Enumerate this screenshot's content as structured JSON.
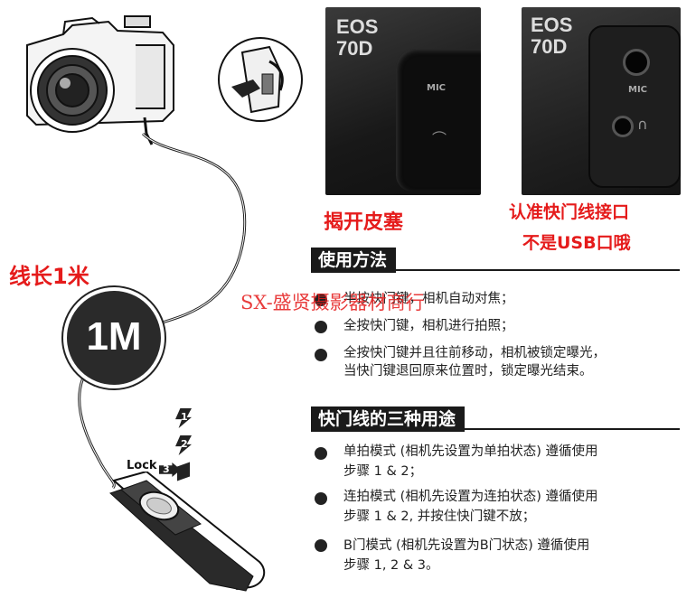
{
  "photos": {
    "left_model": "EOS\n70D",
    "left_port_label": "MIC",
    "right_model": "EOS\n70D",
    "right_port_label": "MIC"
  },
  "captions": {
    "open_cover": "揭开皮塞",
    "port_hint_1": "认准快门线接口",
    "port_hint_2": "不是USB口哦"
  },
  "cable": {
    "length_label": "线长1米",
    "badge": "1M",
    "lock_label": "Lock",
    "steps": [
      "1",
      "2",
      "3"
    ]
  },
  "watermark": "SX-盛贤摄影器材商行",
  "usage": {
    "title": "使用方法",
    "items": [
      "半按快门键，相机自动对焦；",
      "全按快门键，相机进行拍照；",
      "全按快门键并且往前移动，相机被锁定曝光，\n当快门键退回原来位置时，锁定曝光结束。"
    ]
  },
  "modes": {
    "title": "快门线的三种用途",
    "items": [
      "单拍模式 (相机先设置为单拍状态) 遵循使用\n步骤 1 & 2；",
      "连拍模式 (相机先设置为连拍状态) 遵循使用\n步骤 1 & 2, 并按住快门键不放；",
      "B门模式 (相机先设置为B门状态) 遵循使用\n步骤 1, 2 & 3。"
    ]
  },
  "colors": {
    "accent_red": "#e51b1b",
    "dark": "#1a1a1a"
  }
}
